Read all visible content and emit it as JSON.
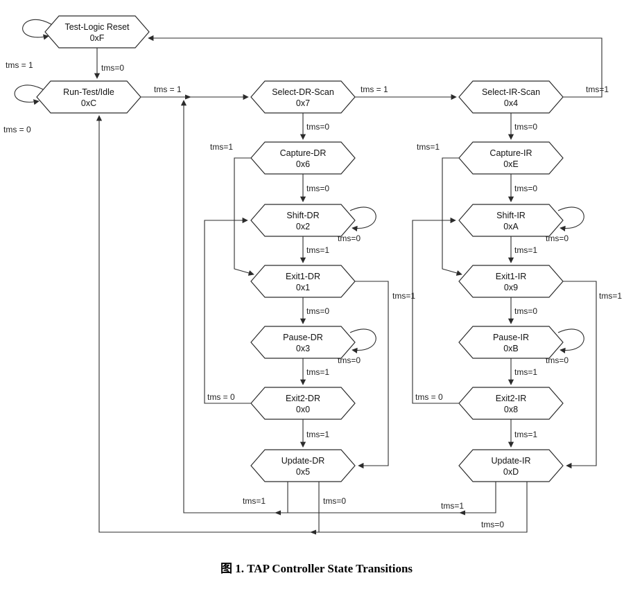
{
  "diagram": {
    "caption": "图 1. TAP Controller State Transitions",
    "colors": {
      "line": "#2b2b2b",
      "text": "#111111",
      "background": "#ffffff"
    },
    "states": [
      {
        "id": "tlr",
        "name": "Test-Logic Reset",
        "code": "0xF"
      },
      {
        "id": "rti",
        "name": "Run-Test/Idle",
        "code": "0xC"
      },
      {
        "id": "sds",
        "name": "Select-DR-Scan",
        "code": "0x7"
      },
      {
        "id": "sis",
        "name": "Select-IR-Scan",
        "code": "0x4"
      },
      {
        "id": "cdr",
        "name": "Capture-DR",
        "code": "0x6"
      },
      {
        "id": "cir",
        "name": "Capture-IR",
        "code": "0xE"
      },
      {
        "id": "shdr",
        "name": "Shift-DR",
        "code": "0x2"
      },
      {
        "id": "shir",
        "name": "Shift-IR",
        "code": "0xA"
      },
      {
        "id": "e1dr",
        "name": "Exit1-DR",
        "code": "0x1"
      },
      {
        "id": "e1ir",
        "name": "Exit1-IR",
        "code": "0x9"
      },
      {
        "id": "pdr",
        "name": "Pause-DR",
        "code": "0x3"
      },
      {
        "id": "pir",
        "name": "Pause-IR",
        "code": "0xB"
      },
      {
        "id": "e2dr",
        "name": "Exit2-DR",
        "code": "0x0"
      },
      {
        "id": "e2ir",
        "name": "Exit2-IR",
        "code": "0x8"
      },
      {
        "id": "udr",
        "name": "Update-DR",
        "code": "0x5"
      },
      {
        "id": "uir",
        "name": "Update-IR",
        "code": "0xD"
      }
    ],
    "transitions": [
      {
        "id": "tlr-self",
        "from": "tlr",
        "to": "tlr",
        "label": "tms = 1"
      },
      {
        "id": "tlr-rti",
        "from": "tlr",
        "to": "rti",
        "label": "tms=0"
      },
      {
        "id": "rti-self",
        "from": "rti",
        "to": "rti",
        "label": "tms = 0"
      },
      {
        "id": "rti-sds",
        "from": "rti",
        "to": "sds",
        "label": "tms = 1"
      },
      {
        "id": "sds-sis",
        "from": "sds",
        "to": "sis",
        "label": "tms = 1"
      },
      {
        "id": "sis-tlr",
        "from": "sis",
        "to": "tlr",
        "label": "tms=1"
      },
      {
        "id": "sds-cdr",
        "from": "sds",
        "to": "cdr",
        "label": "tms=0"
      },
      {
        "id": "sis-cir",
        "from": "sis",
        "to": "cir",
        "label": "tms=0"
      },
      {
        "id": "cdr-shdr",
        "from": "cdr",
        "to": "shdr",
        "label": "tms=0"
      },
      {
        "id": "cdr-e1dr",
        "from": "cdr",
        "to": "e1dr",
        "label": "tms=1"
      },
      {
        "id": "shdr-self",
        "from": "shdr",
        "to": "shdr",
        "label": "tms=0"
      },
      {
        "id": "shdr-e1dr",
        "from": "shdr",
        "to": "e1dr",
        "label": "tms=1"
      },
      {
        "id": "e1dr-pdr",
        "from": "e1dr",
        "to": "pdr",
        "label": "tms=0"
      },
      {
        "id": "e1dr-udr",
        "from": "e1dr",
        "to": "udr",
        "label": "tms=1"
      },
      {
        "id": "pdr-self",
        "from": "pdr",
        "to": "pdr",
        "label": "tms=0"
      },
      {
        "id": "pdr-e2dr",
        "from": "pdr",
        "to": "e2dr",
        "label": "tms=1"
      },
      {
        "id": "e2dr-shdr",
        "from": "e2dr",
        "to": "shdr",
        "label": "tms = 0"
      },
      {
        "id": "e2dr-udr",
        "from": "e2dr",
        "to": "udr",
        "label": "tms=1"
      },
      {
        "id": "udr-sds",
        "from": "udr",
        "to": "sds",
        "label": "tms=1"
      },
      {
        "id": "udr-rti",
        "from": "udr",
        "to": "rti",
        "label": "tms=0"
      },
      {
        "id": "cir-shir",
        "from": "cir",
        "to": "shir",
        "label": "tms=0"
      },
      {
        "id": "cir-e1ir",
        "from": "cir",
        "to": "e1ir",
        "label": "tms=1"
      },
      {
        "id": "shir-self",
        "from": "shir",
        "to": "shir",
        "label": "tms=0"
      },
      {
        "id": "shir-e1ir",
        "from": "shir",
        "to": "e1ir",
        "label": "tms=1"
      },
      {
        "id": "e1ir-pir",
        "from": "e1ir",
        "to": "pir",
        "label": "tms=0"
      },
      {
        "id": "e1ir-uir",
        "from": "e1ir",
        "to": "uir",
        "label": "tms=1"
      },
      {
        "id": "pir-self",
        "from": "pir",
        "to": "pir",
        "label": "tms=0"
      },
      {
        "id": "pir-e2ir",
        "from": "pir",
        "to": "e2ir",
        "label": "tms=1"
      },
      {
        "id": "e2ir-shir",
        "from": "e2ir",
        "to": "shir",
        "label": "tms = 0"
      },
      {
        "id": "e2ir-uir",
        "from": "e2ir",
        "to": "uir",
        "label": "tms=1"
      },
      {
        "id": "uir-sds",
        "from": "uir",
        "to": "sds",
        "label": "tms=1"
      },
      {
        "id": "uir-rti",
        "from": "uir",
        "to": "rti",
        "label": "tms=0"
      }
    ]
  }
}
